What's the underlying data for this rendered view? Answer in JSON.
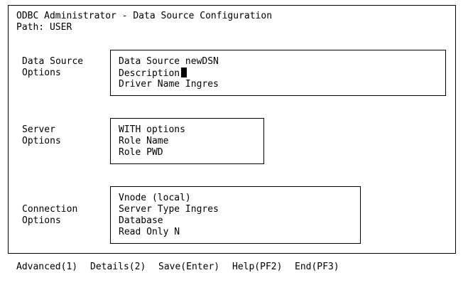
{
  "header": {
    "title": "ODBC Administrator - Data Source Configuration",
    "path": "Path: USER"
  },
  "sections": {
    "data_source": {
      "label_line1": "Data Source",
      "label_line2": "Options",
      "fields": {
        "name": {
          "label": "Data Source",
          "value": "newDSN"
        },
        "description": {
          "label": "Description",
          "value": ""
        },
        "driver": {
          "label": "Driver Name",
          "value": "Ingres"
        }
      }
    },
    "server": {
      "label_line1": "Server",
      "label_line2": "Options",
      "fields": {
        "with_options": {
          "label": "WITH options",
          "value": ""
        },
        "role_name": {
          "label": "Role Name",
          "value": ""
        },
        "role_pwd": {
          "label": "Role PWD",
          "value": ""
        }
      }
    },
    "connection": {
      "label_line1": "Connection",
      "label_line2": "Options",
      "fields": {
        "vnode": {
          "label": "Vnode",
          "value": "(local)"
        },
        "server_type": {
          "label": "Server Type",
          "value": "Ingres"
        },
        "database": {
          "label": "Database",
          "value": ""
        },
        "read_only": {
          "label": "Read Only",
          "value": "N"
        }
      }
    }
  },
  "function_keys": {
    "advanced": "Advanced(1)",
    "details": "Details(2)",
    "save": "Save(Enter)",
    "help": "Help(PF2)",
    "end": "End(PF3)"
  }
}
